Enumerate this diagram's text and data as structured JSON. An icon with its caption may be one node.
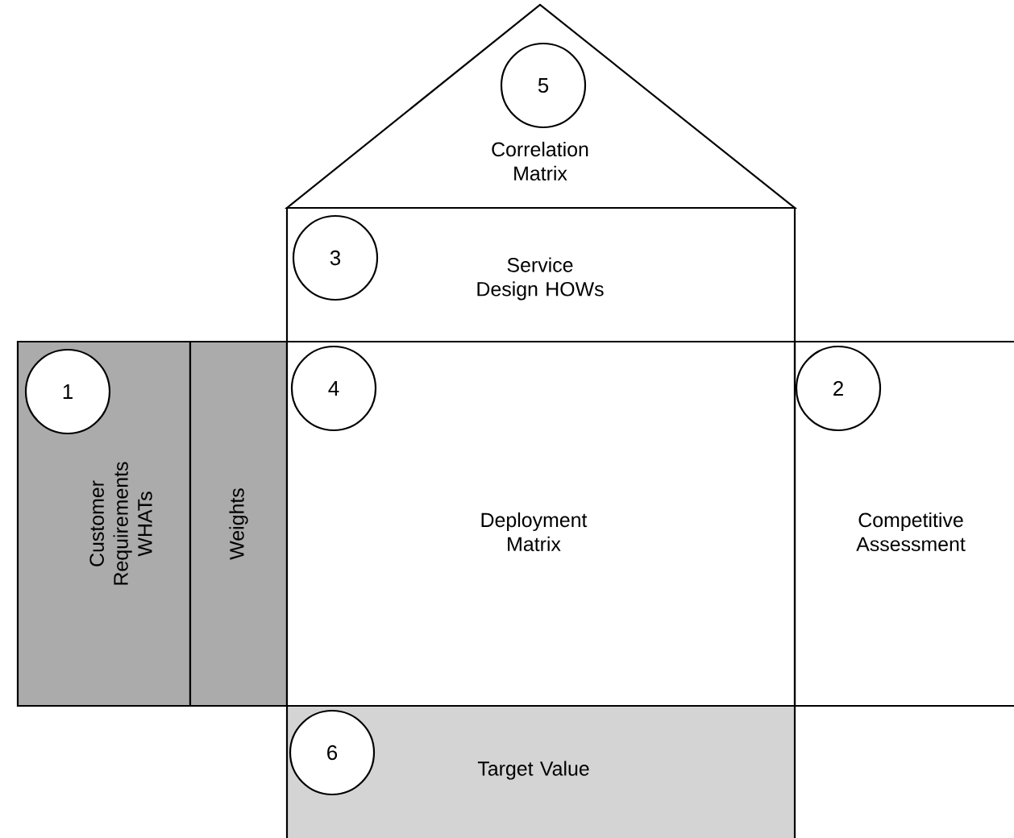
{
  "diagram": {
    "nodes": [
      {
        "text": [
          "Correlation Matrix"
        ]
      },
      {
        "text": [
          "5"
        ],
        "in": 0
      },
      {
        "text": [
          "Service Design HOWs"
        ]
      },
      {
        "text": [
          "3"
        ],
        "in": 2
      },
      {
        "text": [
          "Customer Requirements WHATs"
        ]
      },
      {
        "text": [
          "1"
        ],
        "in": 4
      },
      {
        "text": [
          "Weights"
        ]
      },
      {
        "text": [
          "Deployment Matrix"
        ]
      },
      {
        "text": [
          "4"
        ],
        "in": 7
      },
      {
        "text": [
          "Competitive Assessment"
        ]
      },
      {
        "text": [
          "2"
        ],
        "in": 9
      },
      {
        "text": [
          "Target Value"
        ]
      },
      {
        "text": [
          "6"
        ],
        "in": 11
      }
    ]
  }
}
